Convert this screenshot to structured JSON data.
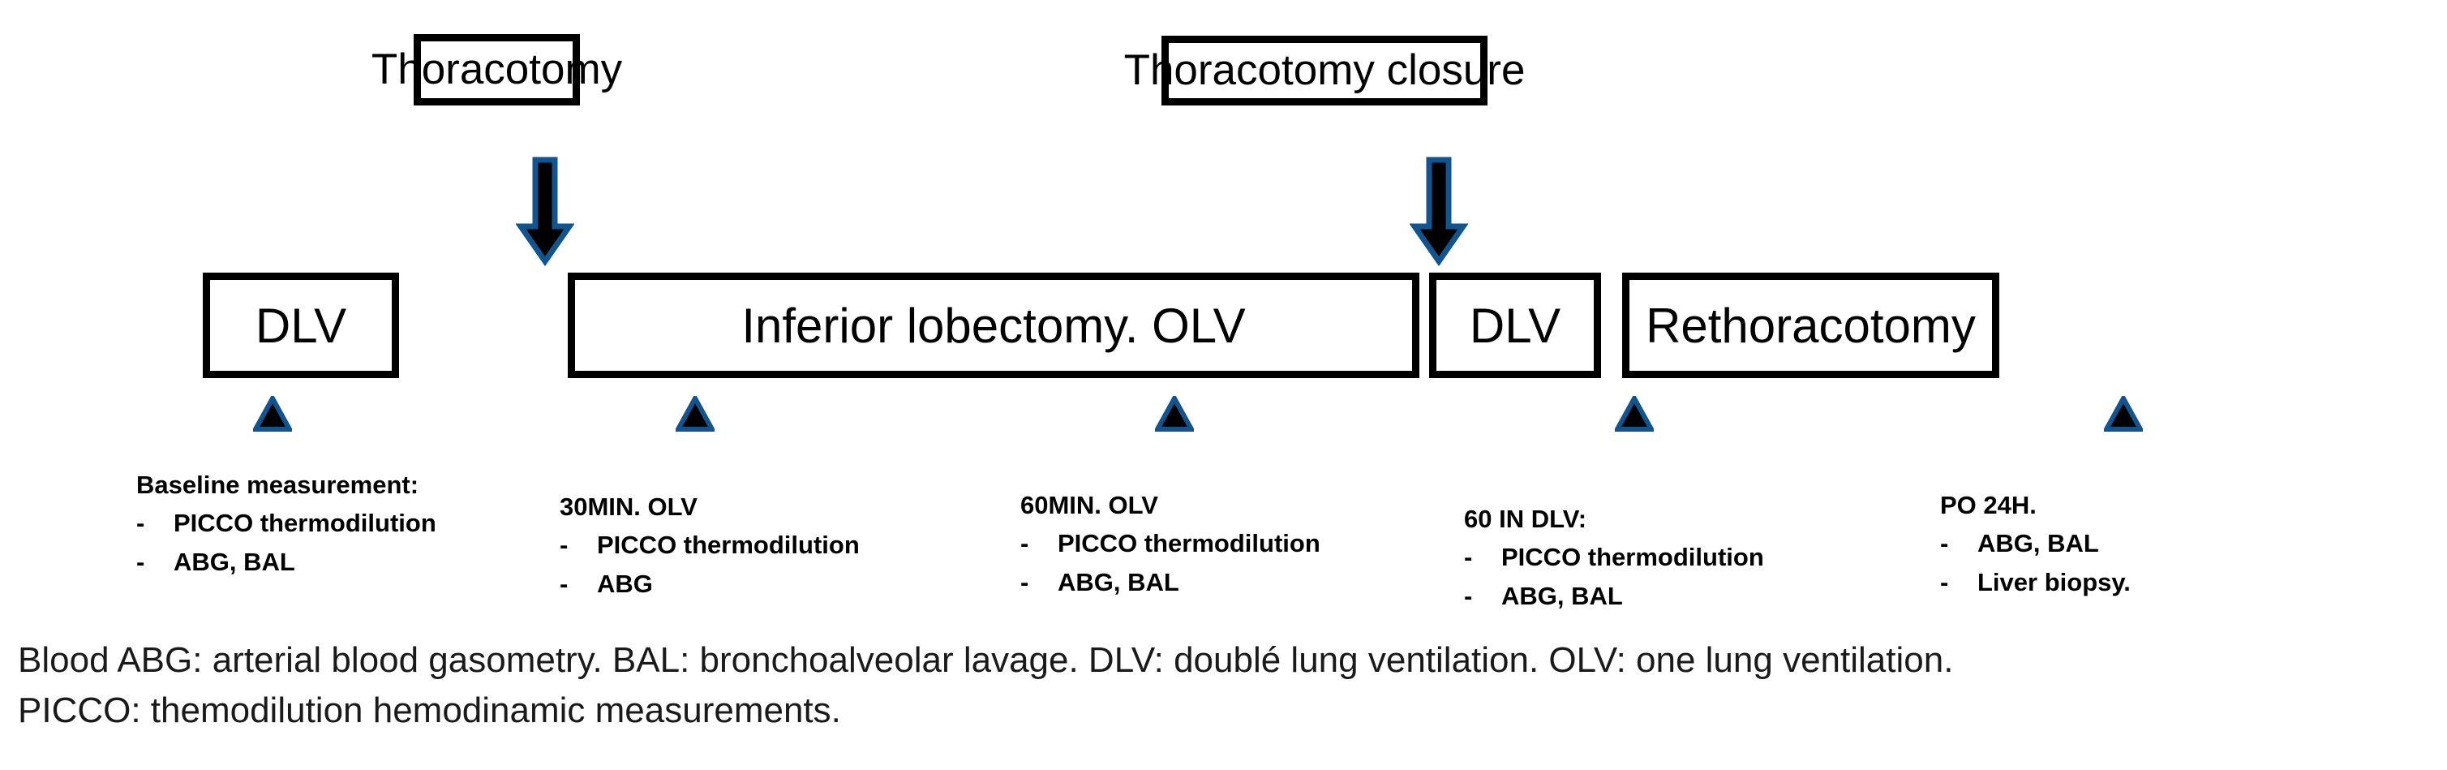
{
  "diagram": {
    "title": "Study timeline of thoracic surgery measurements",
    "accent_color": "#12558E",
    "fill_color": "#000000",
    "box_border_color": "#000000",
    "background": "#FFFFFF",
    "event_boxes": [
      {
        "label": "Thoracotomy"
      },
      {
        "label": "Thoracotomy closure"
      }
    ],
    "arrows": [
      {
        "name": "arrow-to-olv",
        "direction": "down"
      },
      {
        "name": "arrow-to-dlv",
        "direction": "down"
      }
    ],
    "phases": [
      {
        "label": "DLV"
      },
      {
        "label": "Inferior lobectomy. OLV"
      },
      {
        "label": "DLV"
      },
      {
        "label": "Rethoracotomy"
      }
    ],
    "timepoints": [
      {
        "marker": "triangle-up",
        "title": "Baseline measurement:",
        "items": [
          "PICCO thermodilution",
          "ABG, BAL"
        ]
      },
      {
        "marker": "triangle-up",
        "title": "30MIN. OLV",
        "items": [
          "PICCO thermodilution",
          "ABG"
        ]
      },
      {
        "marker": "triangle-up",
        "title": "60MIN. OLV",
        "items": [
          "PICCO thermodilution",
          "ABG, BAL"
        ]
      },
      {
        "marker": "triangle-up",
        "title": "60 IN DLV:",
        "items": [
          "PICCO thermodilution",
          "ABG, BAL"
        ]
      },
      {
        "marker": "triangle-up",
        "title": "PO 24H.",
        "items": [
          "ABG, BAL",
          "Liver biopsy."
        ]
      }
    ],
    "bullet_dash": "-",
    "caption": {
      "line1": "Blood ABG: arterial blood gasometry. BAL: bronchoalveolar lavage. DLV: doublé lung ventilation. OLV: one lung ventilation.",
      "line2": "PICCO: themodilution hemodinamic measurements."
    }
  }
}
